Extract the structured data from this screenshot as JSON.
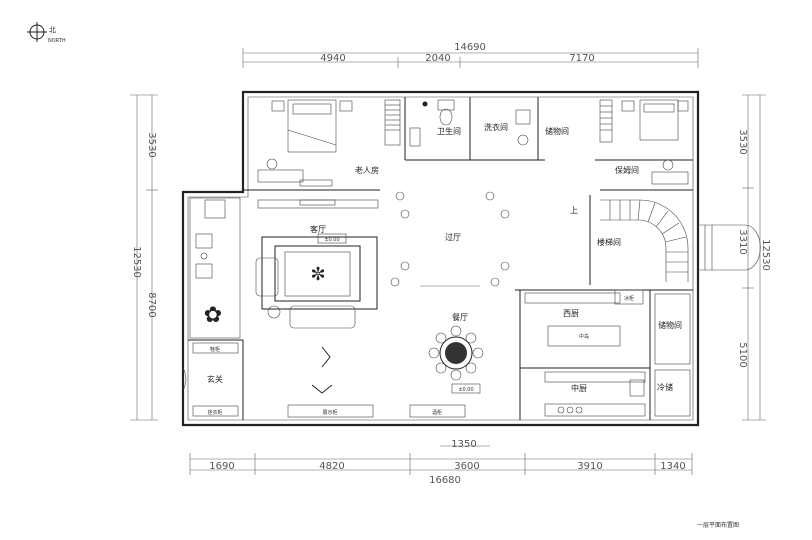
{
  "compass": {
    "label_cn": "北",
    "label_en": "NORTH"
  },
  "dims_top": {
    "overall": "14690",
    "seg1": "4940",
    "seg2": "2040",
    "seg3": "7170"
  },
  "dims_bottom": {
    "overall": "16680",
    "seg1": "1690",
    "seg2": "4820",
    "seg3": "3600",
    "seg4": "3910",
    "seg5": "1340",
    "inner": "1350"
  },
  "dims_left": {
    "overall": "12530",
    "upper": "3530",
    "lower": "8700"
  },
  "dims_right": {
    "overall": "12530",
    "upper": "3530",
    "mid": "3310",
    "lower": "5100"
  },
  "rooms": {
    "elder_room": "老人房",
    "bathroom": "卫生间",
    "laundry": "洗衣间",
    "storage_top": "储物间",
    "nanny_room": "保姆间",
    "living_room": "客厅",
    "hall": "过厅",
    "stair_hall": "楼梯间",
    "up_mark": "上",
    "dining": "餐厅",
    "western_kitchen": "西厨",
    "storage_right": "储物间",
    "chinese_kitchen": "中厨",
    "cold_storage": "冷储",
    "foyer": "玄关"
  },
  "furniture": {
    "tv": "",
    "island": "中岛",
    "fridge": "冰柜",
    "shoe_cabinet": "鞋柜",
    "coat_cabinet": "挂衣柜",
    "display_cabinet": "展示柜",
    "wine_cabinet": "酒柜",
    "living_level": "±0.00",
    "dining_level": "±0.00"
  },
  "caption": "一层平面布置图"
}
